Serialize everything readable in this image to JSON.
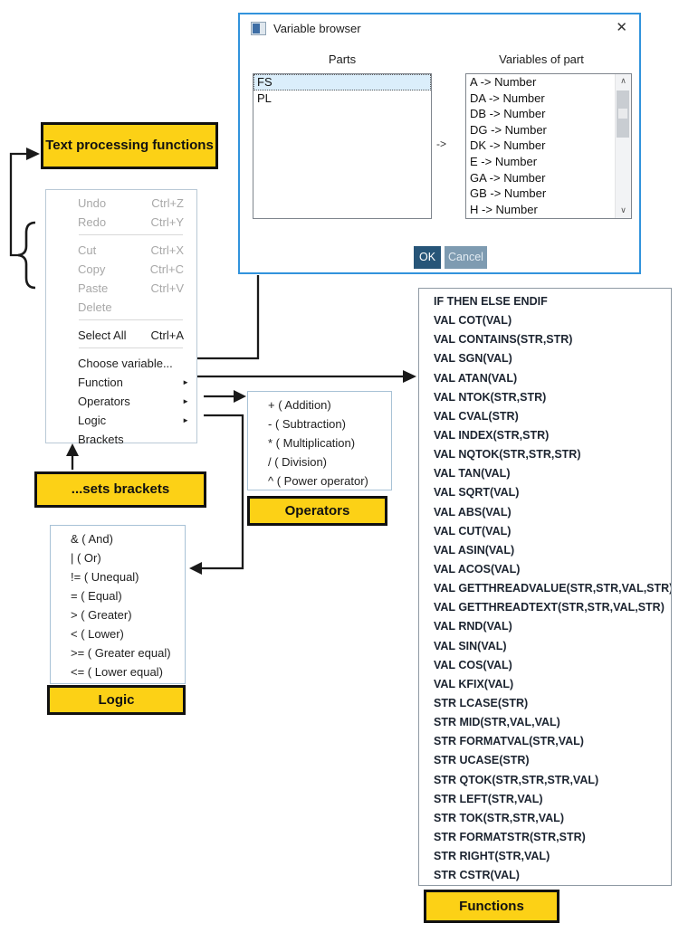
{
  "dialog": {
    "title": "Variable browser",
    "parts_label": "Parts",
    "variables_label": "Variables of part",
    "transfer_arrow": "->",
    "parts": [
      {
        "label": "FS",
        "selected": true
      },
      {
        "label": "PL"
      }
    ],
    "variables": [
      "A -> Number",
      "DA -> Number",
      "DB -> Number",
      "DG -> Number",
      "DK -> Number",
      "E -> Number",
      "GA -> Number",
      "GB -> Number",
      "H -> Number"
    ],
    "ok_label": "OK",
    "cancel_label": "Cancel"
  },
  "context_menu": {
    "items": [
      {
        "label": "Undo",
        "shortcut": "Ctrl+Z",
        "disabled": true
      },
      {
        "label": "Redo",
        "shortcut": "Ctrl+Y",
        "disabled": true
      },
      {
        "separator": true
      },
      {
        "label": "Cut",
        "shortcut": "Ctrl+X",
        "disabled": true
      },
      {
        "label": "Copy",
        "shortcut": "Ctrl+C",
        "disabled": true
      },
      {
        "label": "Paste",
        "shortcut": "Ctrl+V",
        "disabled": true
      },
      {
        "label": "Delete",
        "disabled": true
      },
      {
        "separator": true
      },
      {
        "label": "Select All",
        "shortcut": "Ctrl+A"
      },
      {
        "separator": true
      },
      {
        "label": "Choose variable..."
      },
      {
        "label": "Function",
        "submenu": true
      },
      {
        "label": "Operators",
        "submenu": true
      },
      {
        "label": "Logic",
        "submenu": true
      },
      {
        "label": "Brackets"
      }
    ]
  },
  "operators_menu": {
    "items": [
      "+ ( Addition)",
      "- ( Subtraction)",
      "* ( Multiplication)",
      "/ ( Division)",
      "^ ( Power operator)"
    ]
  },
  "logic_menu": {
    "items": [
      "& ( And)",
      "| ( Or)",
      "!= ( Unequal)",
      "= ( Equal)",
      "> ( Greater)",
      "< ( Lower)",
      ">= ( Greater equal)",
      "<= ( Lower equal)"
    ]
  },
  "functions_list": {
    "items": [
      "IF THEN ELSE ENDIF",
      "VAL COT(VAL)",
      "VAL CONTAINS(STR,STR)",
      "VAL SGN(VAL)",
      "VAL ATAN(VAL)",
      "VAL NTOK(STR,STR)",
      "VAL CVAL(STR)",
      "VAL INDEX(STR,STR)",
      "VAL NQTOK(STR,STR,STR)",
      "VAL TAN(VAL)",
      "VAL SQRT(VAL)",
      "VAL ABS(VAL)",
      "VAL CUT(VAL)",
      "VAL ASIN(VAL)",
      "VAL ACOS(VAL)",
      "VAL GETTHREADVALUE(STR,STR,VAL,STR)",
      "VAL GETTHREADTEXT(STR,STR,VAL,STR)",
      "VAL RND(VAL)",
      "VAL SIN(VAL)",
      "VAL COS(VAL)",
      "VAL KFIX(VAL)",
      "STR LCASE(STR)",
      "STR MID(STR,VAL,VAL)",
      "STR FORMATVAL(STR,VAL)",
      "STR UCASE(STR)",
      "STR QTOK(STR,STR,STR,VAL)",
      "STR LEFT(STR,VAL)",
      "STR TOK(STR,STR,VAL)",
      "STR FORMATSTR(STR,STR)",
      "STR RIGHT(STR,VAL)",
      "STR CSTR(VAL)"
    ]
  },
  "annotations": {
    "text_processing": "Text processing functions",
    "sets_brackets": "...sets brackets",
    "operators": "Operators",
    "logic": "Logic",
    "functions": "Functions"
  },
  "icons": {
    "close": "✕",
    "submenu": "►",
    "scroll_up": "∧",
    "scroll_down": "∨"
  },
  "colors": {
    "annotation_yellow": "#FCD116",
    "dialog_border_blue": "#3293DC",
    "ok_button": "#275578",
    "cancel_button": "#7E9BB1",
    "selection_background": "#DBEEFB"
  }
}
